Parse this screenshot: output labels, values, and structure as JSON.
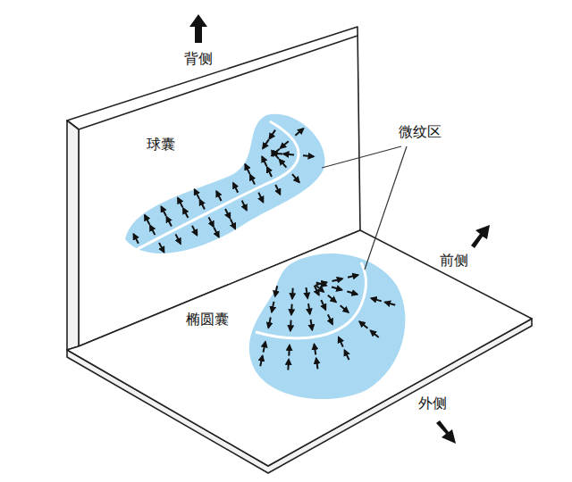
{
  "diagram": {
    "labels": [
      "背侧",
      "球囊",
      "微纹区",
      "前侧",
      "椭圆囊",
      "外侧"
    ]
  }
}
